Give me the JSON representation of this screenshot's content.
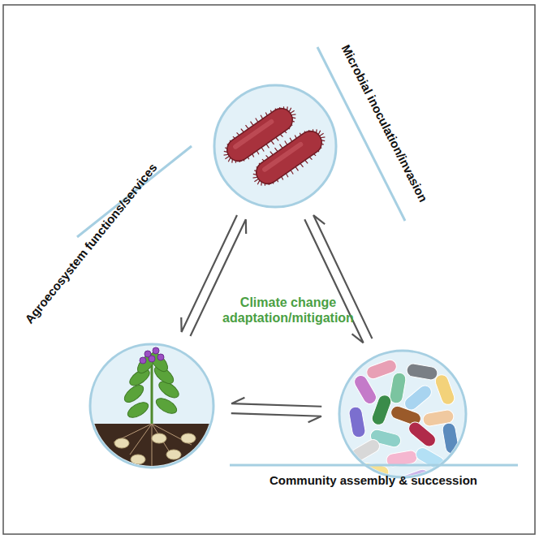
{
  "diagram": {
    "labels": [
      "Microbial inoculation/invasion",
      "Agroecosystem functions/services",
      "Community assembly & succession",
      "Climate change adaptation/mitigation"
    ]
  }
}
